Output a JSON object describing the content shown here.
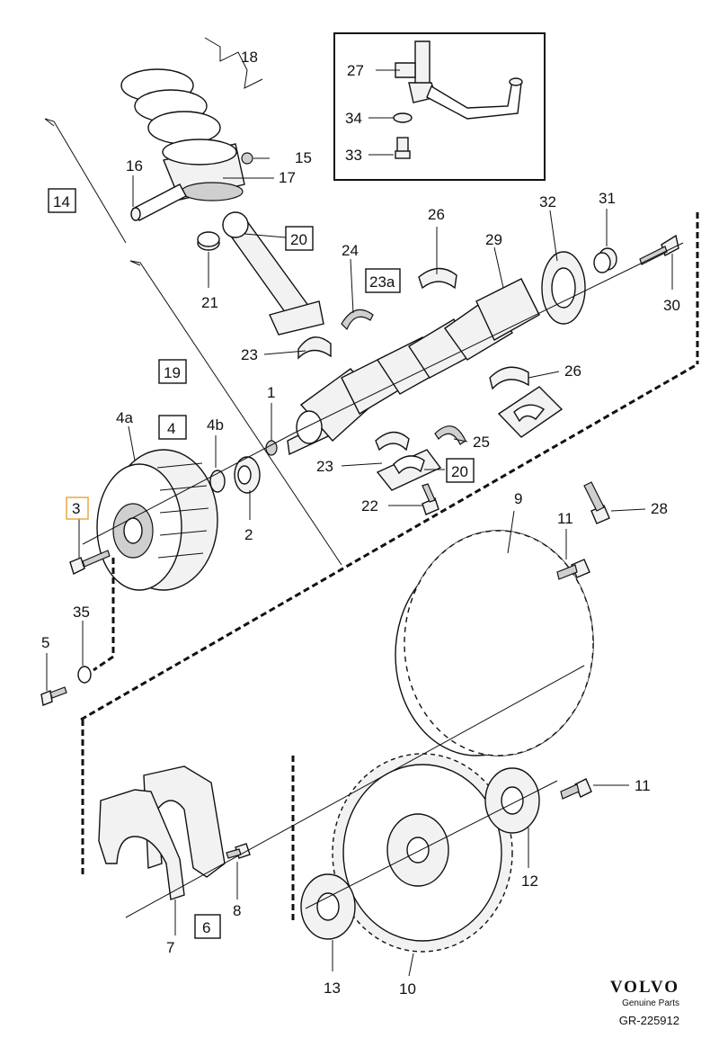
{
  "labels": {
    "l18": "18",
    "l27": "27",
    "l34": "34",
    "l33": "33",
    "l15": "15",
    "l16": "16",
    "l17": "17",
    "l14": "14",
    "l20a": "20",
    "l26a": "26",
    "l32": "32",
    "l31": "31",
    "l24": "24",
    "l23a": "23a",
    "l29": "29",
    "l21": "21",
    "l30": "30",
    "l23b": "23",
    "l19": "19",
    "l26b": "26",
    "l1": "1",
    "l4a": "4a",
    "l4": "4",
    "l4b": "4b",
    "l25": "25",
    "l23c": "23",
    "l20b": "20",
    "l22": "22",
    "l3": "3",
    "l2": "2",
    "l9": "9",
    "l11a": "11",
    "l28": "28",
    "l35": "35",
    "l5": "5",
    "l11b": "11",
    "l12": "12",
    "l8": "8",
    "l6": "6",
    "l7": "7",
    "l13": "13",
    "l10": "10"
  },
  "brand": {
    "logo": "VOLVO",
    "subtitle": "Genuine Parts",
    "reference": "GR-225912"
  },
  "colors": {
    "line": "#111111",
    "highlight_box": "#e8a13a",
    "background": "#ffffff"
  }
}
